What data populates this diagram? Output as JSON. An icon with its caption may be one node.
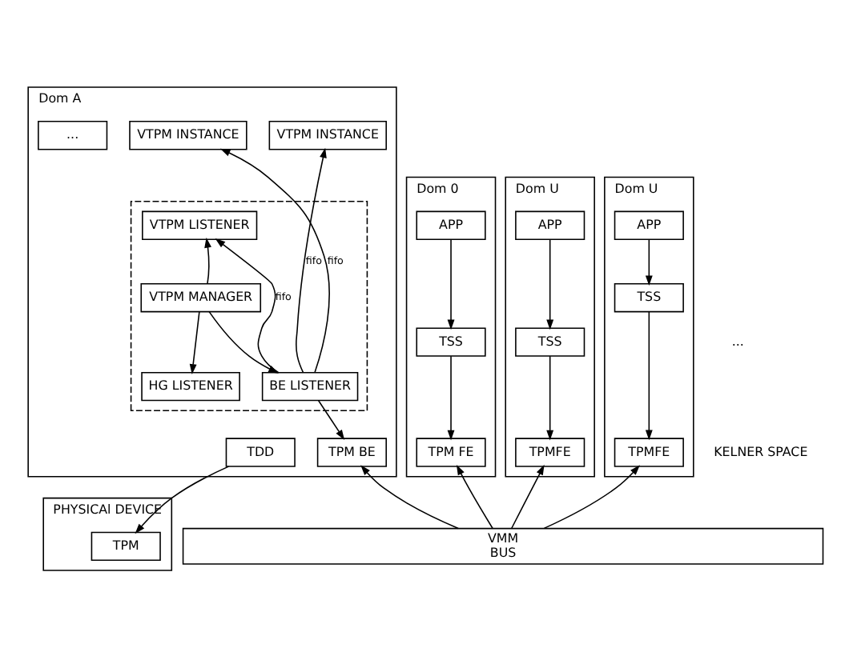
{
  "diagram": {
    "nodes": [
      {
        "text": [
          "Dom 0"
        ]
      },
      {
        "text": [
          "APP"
        ],
        "in": 0
      },
      {
        "text": [
          "TSS"
        ],
        "in": 0
      },
      {
        "text": [
          "TPM FE"
        ],
        "in": 0
      },
      {
        "text": [
          "Dom A"
        ]
      },
      {
        "text": [
          "VTPM INSTANCE"
        ],
        "in": 4
      },
      {
        "text": [
          "..."
        ],
        "in": 4
      },
      {
        "text": [
          "VTPM INSTANCE"
        ],
        "in": 4
      },
      {
        "text": [],
        "shape": "box",
        "in": 4
      },
      {
        "text": [
          "VTPM LISTENER"
        ],
        "in": 8
      },
      {
        "text": [
          "VTPM MANAGER"
        ],
        "in": 8
      },
      {
        "text": [
          "BE LISTENER"
        ],
        "in": 8
      },
      {
        "text": [
          "HG LISTENER"
        ],
        "in": 8
      },
      {
        "text": [
          "TPM BE"
        ],
        "in": 4
      },
      {
        "text": [
          "TDD"
        ],
        "in": 4
      },
      {
        "text": [
          "Dom U"
        ]
      },
      {
        "text": [
          "APP"
        ],
        "in": 15
      },
      {
        "text": [
          "TSS"
        ],
        "in": 15
      },
      {
        "text": [
          "TPMFE"
        ],
        "in": 15
      },
      {
        "text": [
          "Dom U"
        ]
      },
      {
        "text": [
          "APP"
        ],
        "in": 19
      },
      {
        "text": [
          "TSS"
        ],
        "in": 19
      },
      {
        "text": [
          "TPMFE"
        ],
        "in": 19
      },
      {
        "text": [
          "VMM",
          "BUS"
        ]
      },
      {
        "text": [
          "PHYSICAl DEVICE"
        ]
      },
      {
        "text": [
          "TPM"
        ],
        "in": 24
      }
    ],
    "edges": [
      {
        "from": 1,
        "to": 2,
        "arrow": "to"
      },
      {
        "from": 2,
        "to": 3,
        "arrow": "to"
      },
      {
        "from": 11,
        "to": 5,
        "arrow": "to",
        "label": "fifo"
      },
      {
        "from": 11,
        "to": 9,
        "arrow": "to",
        "label": "fifo"
      },
      {
        "from": 11,
        "to": 7,
        "arrow": "to",
        "label": "fifo"
      },
      {
        "from": 10,
        "to": 9,
        "arrow": "to"
      },
      {
        "from": 10,
        "to": 11,
        "arrow": "to"
      },
      {
        "from": 10,
        "to": 12,
        "arrow": "to"
      },
      {
        "from": 11,
        "to": 13,
        "arrow": "to"
      },
      {
        "from": 16,
        "to": 17,
        "arrow": "to"
      },
      {
        "from": 17,
        "to": 18,
        "arrow": "to"
      },
      {
        "from": 20,
        "to": 21,
        "arrow": "to"
      },
      {
        "from": 21,
        "to": 22,
        "arrow": "to"
      },
      {
        "from": 23,
        "to": 3,
        "arrow": "to"
      },
      {
        "from": 23,
        "to": 13,
        "arrow": "to"
      },
      {
        "from": 23,
        "to": 18,
        "arrow": "to"
      },
      {
        "from": 23,
        "to": 22,
        "arrow": "to"
      },
      {
        "from": 14,
        "to": 25,
        "arrow": "to"
      }
    ],
    "labels": [
      "KELNER SPACE",
      "..."
    ]
  }
}
